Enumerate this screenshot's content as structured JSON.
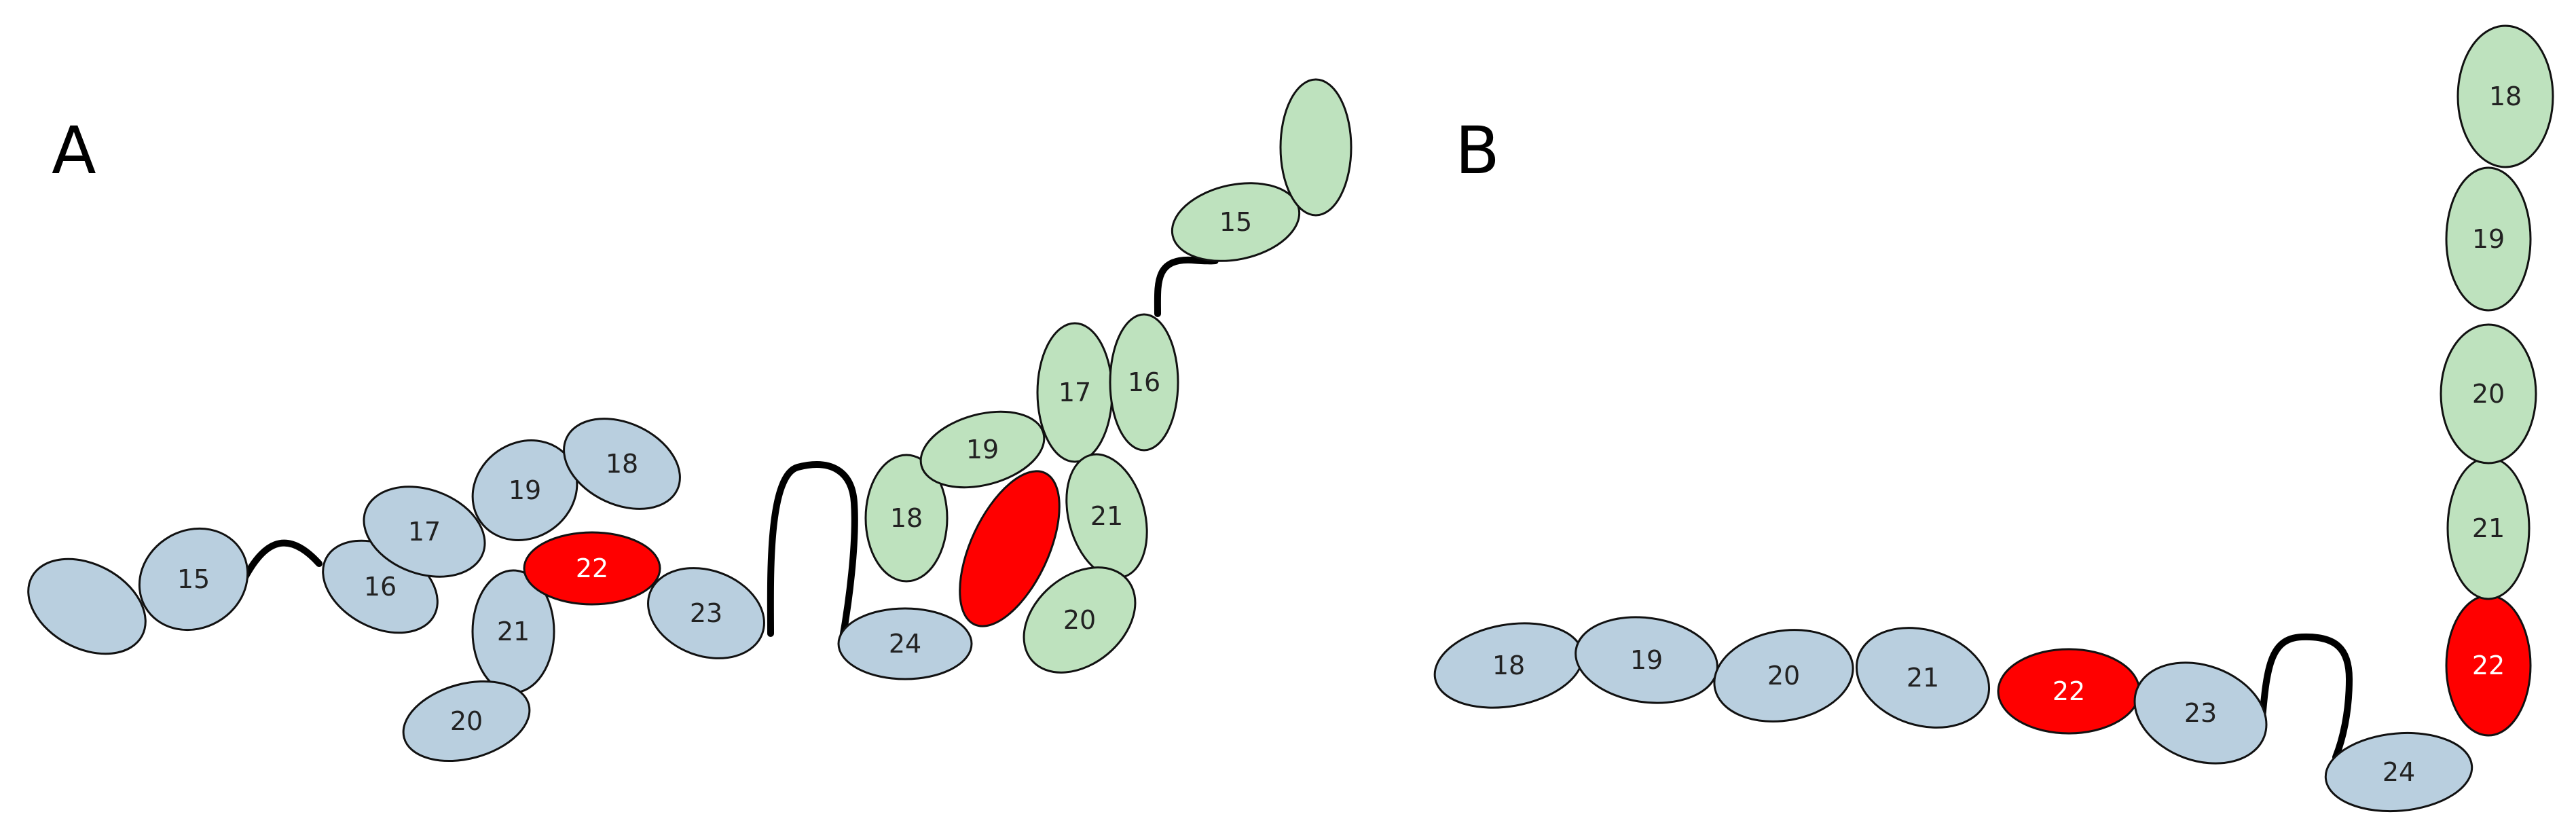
{
  "colors": {
    "blue": "#b9cfdf",
    "green": "#bee2be",
    "red": "#ff0000",
    "stroke": "#111111",
    "label_dark": "#222222",
    "label_light": "#ffffff"
  },
  "panels": [
    {
      "letter": "A",
      "domains": [
        {
          "label": "",
          "color": "blue"
        },
        {
          "label": "15",
          "color": "blue"
        },
        {
          "label": "16",
          "color": "blue"
        },
        {
          "label": "17",
          "color": "blue"
        },
        {
          "label": "19",
          "color": "blue"
        },
        {
          "label": "18",
          "color": "blue"
        },
        {
          "label": "21",
          "color": "blue"
        },
        {
          "label": "20",
          "color": "blue"
        },
        {
          "label": "22",
          "color": "red"
        },
        {
          "label": "23",
          "color": "blue"
        },
        {
          "label": "24",
          "color": "blue"
        },
        {
          "label": "18",
          "color": "green"
        },
        {
          "label": "19",
          "color": "green"
        },
        {
          "label": "17",
          "color": "green"
        },
        {
          "label": "16",
          "color": "green"
        },
        {
          "label": "15",
          "color": "green"
        },
        {
          "label": "",
          "color": "green"
        },
        {
          "label": "21",
          "color": "green"
        },
        {
          "label": "20",
          "color": "green"
        },
        {
          "label": "",
          "color": "red"
        }
      ]
    },
    {
      "letter": "B",
      "domains": [
        {
          "label": "18",
          "color": "blue"
        },
        {
          "label": "19",
          "color": "blue"
        },
        {
          "label": "20",
          "color": "blue"
        },
        {
          "label": "21",
          "color": "blue"
        },
        {
          "label": "22",
          "color": "red"
        },
        {
          "label": "23",
          "color": "blue"
        },
        {
          "label": "24",
          "color": "blue"
        },
        {
          "label": "22",
          "color": "red"
        },
        {
          "label": "21",
          "color": "green"
        },
        {
          "label": "20",
          "color": "green"
        },
        {
          "label": "19",
          "color": "green"
        },
        {
          "label": "18",
          "color": "green"
        }
      ]
    }
  ]
}
